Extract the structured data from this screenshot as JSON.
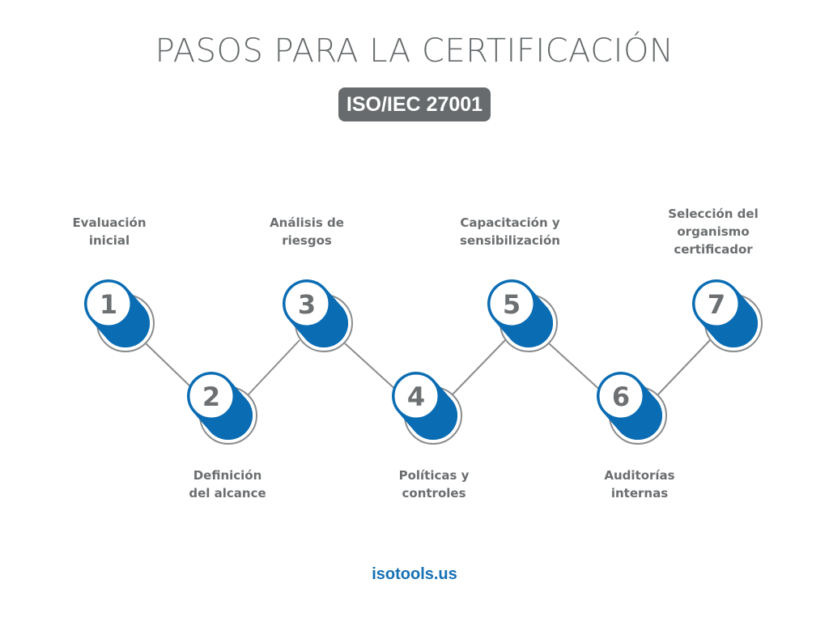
{
  "header": {
    "title": "PASOS PARA LA CERTIFICACIÓN",
    "badge": "ISO/IEC 27001"
  },
  "colors": {
    "accent_blue": "#0a6cb3",
    "gray_text": "#6b6e70",
    "badge_bg": "#676b6d",
    "connector": "#8a8c8e"
  },
  "steps": [
    {
      "number": "1",
      "label": "Evaluación\ninicial",
      "position": "top"
    },
    {
      "number": "2",
      "label": "Definición\ndel alcance",
      "position": "bottom"
    },
    {
      "number": "3",
      "label": "Análisis de\nriesgos",
      "position": "top"
    },
    {
      "number": "4",
      "label": "Políticas y\ncontroles",
      "position": "bottom"
    },
    {
      "number": "5",
      "label": "Capacitación y\nsensibilización",
      "position": "top"
    },
    {
      "number": "6",
      "label": "Auditorías\ninternas",
      "position": "bottom"
    },
    {
      "number": "7",
      "label": "Selección del\norganismo\ncertificador",
      "position": "top"
    }
  ],
  "footer": {
    "website": "isotools.us"
  }
}
